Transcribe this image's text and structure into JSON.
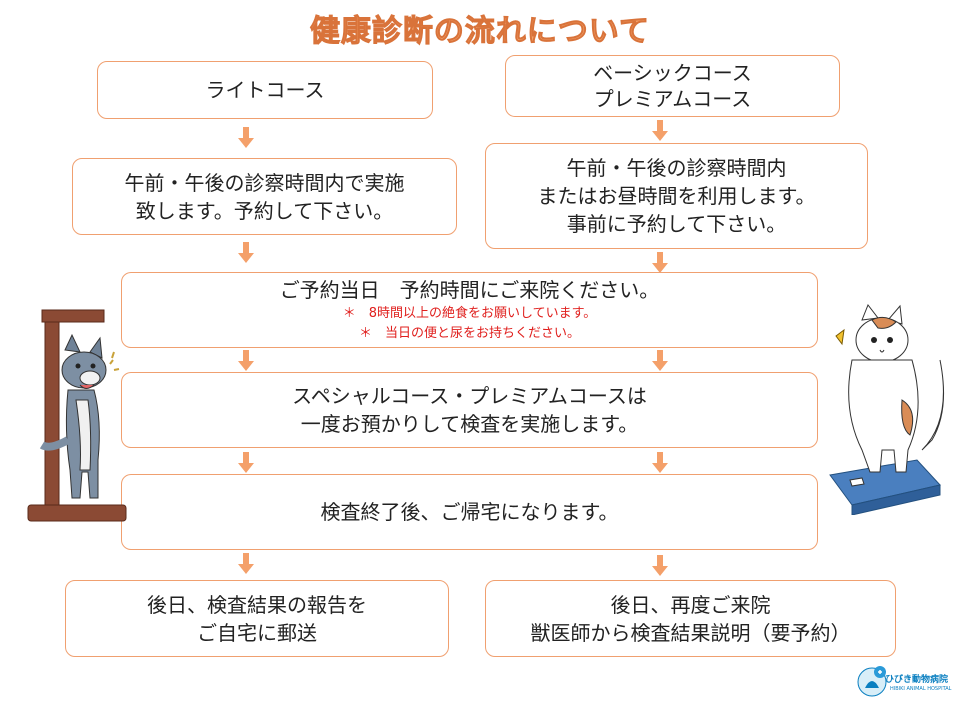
{
  "title": "健康診断の流れについて",
  "courses": {
    "light": "ライトコース",
    "basic_line1": "ベーシックコース",
    "basic_line2": "プレミアムコース"
  },
  "steps": {
    "light_time_line1": "午前・午後の診察時間内で実施",
    "light_time_line2": "致します。予約して下さい。",
    "basic_time_line1": "午前・午後の診察時間内",
    "basic_time_line2": "またはお昼時間を利用します。",
    "basic_time_line3": "事前に予約して下さい。",
    "visit_main": "ご予約当日　予約時間にご来院ください。",
    "visit_note1": "＊　8時間以上の絶食をお願いしています。",
    "visit_note2": "＊　当日の便と尿をお持ちください。",
    "special_line1": "スペシャルコース・プレミアムコースは",
    "special_line2": "一度お預かりして検査を実施します。",
    "after_exam": "検査終了後、ご帰宅になります。",
    "result_mail_line1": "後日、検査結果の報告を",
    "result_mail_line2": "ご自宅に郵送",
    "result_visit_line1": "後日、再度ご来院",
    "result_visit_line2": "獣医師から検査結果説明（要予約）"
  },
  "logo": {
    "name": "ひびき動物病院",
    "sub": "HIBIKI ANIMAL HOSPITAL"
  },
  "colors": {
    "title": "#f4a26b",
    "box_border": "#f0a070",
    "arrow": "#f4a06a",
    "note": "#e0201e"
  },
  "illustrations": [
    "dog-measuring-height-icon",
    "cat-on-scale-icon"
  ]
}
